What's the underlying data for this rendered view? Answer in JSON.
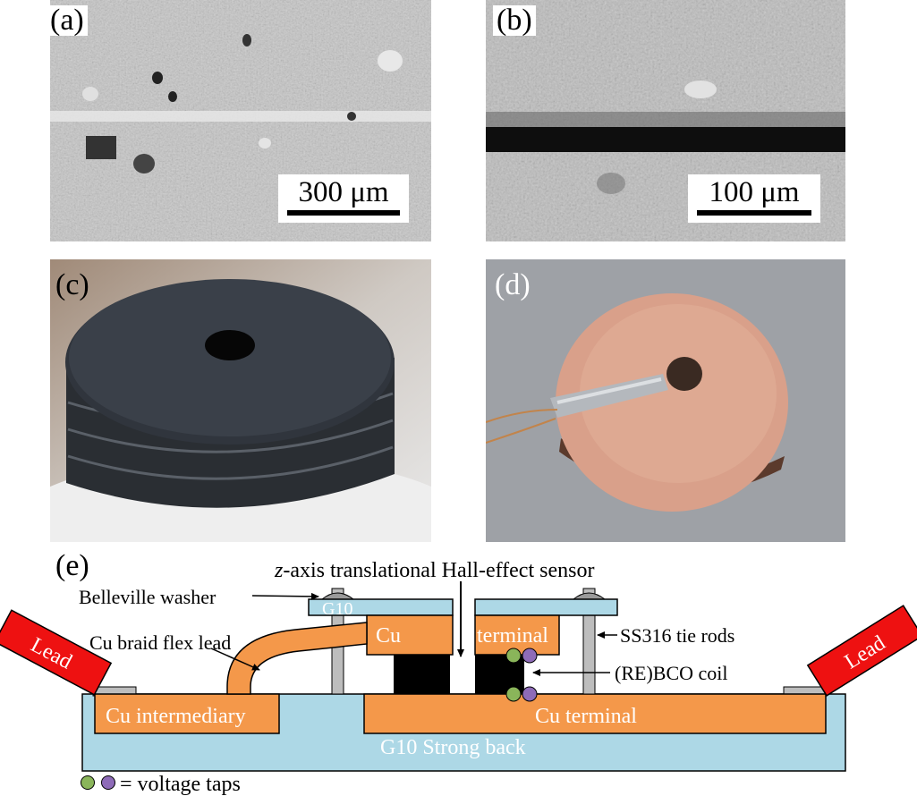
{
  "panels": {
    "a": {
      "label": "(a)",
      "scale": "300 μm"
    },
    "b": {
      "label": "(b)",
      "scale": "100 μm"
    },
    "c": {
      "label": "(c)"
    },
    "d": {
      "label": "(d)"
    },
    "e": {
      "label": "(e)"
    }
  },
  "diagram": {
    "sensor_label_italic": "z",
    "sensor_label_rest": "-axis translational Hall-effect sensor",
    "belleville": "Belleville washer",
    "g10_top": "G10",
    "cu_left": "Cu",
    "cu_right": "terminal",
    "braid": "Cu braid flex lead",
    "tie_rods": "SS316 tie rods",
    "coil": "(RE)BCO coil",
    "lead_left": "Lead",
    "lead_right": "Lead",
    "cu_intermediary": "Cu intermediary",
    "cu_terminal": "Cu terminal",
    "strong_back": "G10 Strong back",
    "legend": "= voltage taps"
  },
  "colors": {
    "g10": "#add8e6",
    "copper": "#f4984a",
    "lead": "#ee1111",
    "rod": "#bdbdbd",
    "coil": "#000000",
    "tap_green": "#8ab55a",
    "tap_purple": "#8e6bb8"
  }
}
